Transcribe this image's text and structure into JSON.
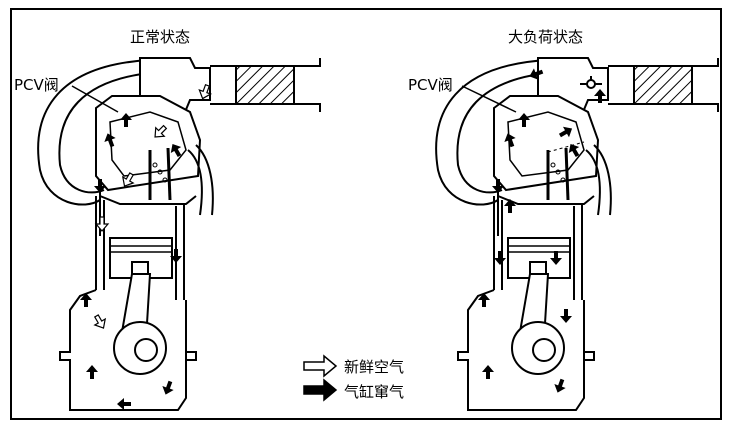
{
  "diagram": {
    "left_title": "正常状态",
    "right_title": "大负荷状态",
    "left_pcv_label": "PCV阀",
    "right_pcv_label": "PCV阀",
    "legend": [
      {
        "label": "新鲜空气",
        "icon": "hollow-arrow-icon"
      },
      {
        "label": "气缸窜气",
        "icon": "solid-arrow-icon"
      }
    ]
  },
  "colors": {
    "ink": "#000000",
    "paper": "#ffffff"
  }
}
